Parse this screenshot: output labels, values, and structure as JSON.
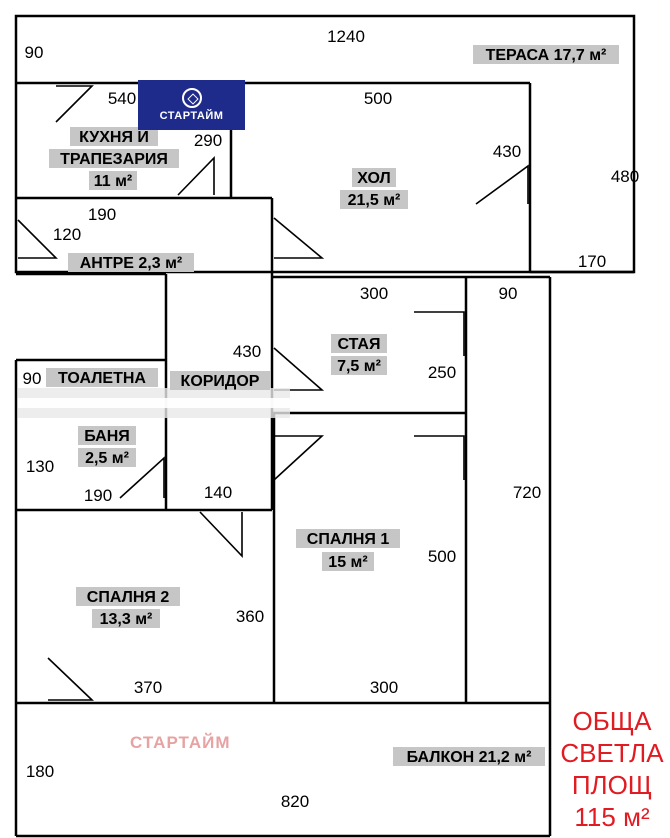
{
  "brand": {
    "logo_text": "СТАРТАЙМ",
    "watermark_text": "СТАРТАЙМ",
    "logo_color": "#1f2b8a",
    "watermark_color": "#e7a3a3"
  },
  "total_area": {
    "line1": "ОБЩА",
    "line2": "СВЕТЛА",
    "line3": "ПЛОЩ",
    "line4": "115 м²",
    "color": "#e11b22"
  },
  "rooms": {
    "terrace": "ТЕРАСА 17,7 м²",
    "kitchen_line1": "КУХНЯ И",
    "kitchen_line2": "ТРАПЕЗАРИЯ",
    "kitchen_line3": "11 м²",
    "hall_line1": "ХОЛ",
    "hall_line2": "21,5 м²",
    "entry": "АНТРЕ 2,3 м²",
    "room_line1": "СТАЯ",
    "room_line2": "7,5 м²",
    "toilet": "ТОАЛЕТНА",
    "corridor": "КОРИДОР",
    "bath_line1": "БАНЯ",
    "bath_line2": "2,5 м²",
    "bedroom1_line1": "СПАЛНЯ 1",
    "bedroom1_line2": "15 м²",
    "bedroom2_line1": "СПАЛНЯ 2",
    "bedroom2_line2": "13,3 м²",
    "balcony": "БАЛКОН 21,2 м²"
  },
  "dimensions": {
    "top_width": "1240",
    "left_90_top": "90",
    "kitchen_540": "540",
    "hall_500": "500",
    "kitchen_290": "290",
    "hall_430": "430",
    "terrace_480": "480",
    "entry_190": "190",
    "entry_120": "120",
    "terrace_170": "170",
    "room_300": "300",
    "right_90": "90",
    "corridor_430": "430",
    "toilet_90": "90",
    "room_250": "250",
    "bath_130": "130",
    "bath_190": "190",
    "corridor_140": "140",
    "right_720": "720",
    "bedroom1_500": "500",
    "bedroom2_360": "360",
    "bedroom2_370": "370",
    "bedroom1_300": "300",
    "balcony_180": "180",
    "balcony_820": "820"
  }
}
